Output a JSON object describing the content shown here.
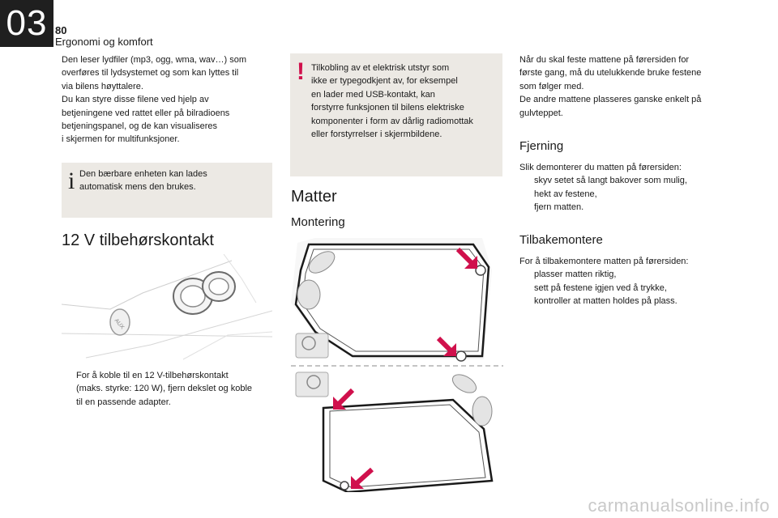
{
  "header": {
    "chapter": "03",
    "page_number": "80",
    "section": "Ergonomi og komfort"
  },
  "col1": {
    "paragraphs": [
      "Den leser lydfiler (mp3, ogg, wma, wav…) som",
      "overføres til lydsystemet og som kan lyttes til",
      "via bilens høyttalere.",
      "Du kan styre disse filene ved hjelp av",
      "betjeningene ved rattet eller på bilradioens",
      "betjeningspanel, og de kan visualiseres",
      "i skjermen for multifunksjoner."
    ],
    "info_icon": "info-icon",
    "info_lines": [
      "Den bærbare enheten kan lades",
      "automatisk mens den brukes."
    ],
    "heading": "12 V tilbehørskontakt",
    "aux_label": "AUX",
    "bullet_symbol": "",
    "bullet_lines": [
      "For å koble til en 12 V-tilbehørskontakt",
      "(maks. styrke: 120 W), fjern dekslet og koble",
      "til en passende adapter."
    ]
  },
  "col2": {
    "warning_icon": "!",
    "warning_lines": [
      "Tilkobling av et elektrisk utstyr som",
      "ikke er typegodkjent av, for eksempel",
      "en lader med USB-kontakt, kan",
      "forstyrre funksjonen til bilens elektriske",
      "komponenter i form av dårlig radiomottak",
      "eller forstyrrelser i skjermbildene."
    ],
    "heading": "Matter",
    "subheading": "Montering"
  },
  "col3": {
    "intro_lines": [
      "Når du skal feste mattene på førersiden for",
      "første gang, må du utelukkende bruke festene",
      "som følger med.",
      "De andre mattene plasseres ganske enkelt på",
      "gulvteppet."
    ],
    "fjerning": {
      "heading": "Fjerning",
      "intro": "Slik demonterer du matten på førersiden:",
      "bullets": [
        "skyv setet så langt bakover som mulig,",
        "hekt av festene,",
        "fjern matten."
      ]
    },
    "tilbake": {
      "heading": "Tilbakemontere",
      "intro": "For å tilbakemontere matten på førersiden:",
      "bullets": [
        "plasser matten riktig,",
        "sett på festene igjen ved å trykke,",
        "kontroller at matten holdes på plass."
      ]
    }
  },
  "footer": {
    "watermark": "carmanualsonline.info"
  },
  "colors": {
    "accent": "#d0104c",
    "box_bg": "#ece9e4",
    "chapter_bg": "#1f1f1f"
  }
}
